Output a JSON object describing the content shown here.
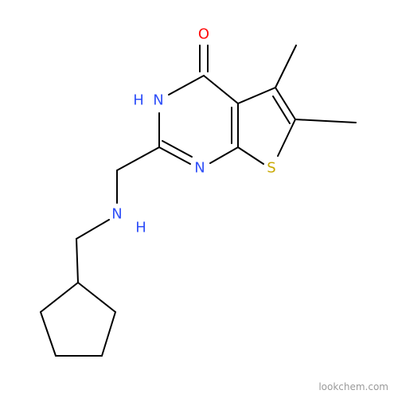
{
  "atoms": {
    "oxygen": {
      "label": "O",
      "color": "#ff0d0d"
    },
    "nh_ring": {
      "label": "N",
      "h_label": "H",
      "color": "#3050f8"
    },
    "n_ring": {
      "label": "N",
      "color": "#3050f8"
    },
    "sulfur": {
      "label": "S",
      "color": "#c8a800"
    },
    "nh_amine": {
      "label": "N",
      "h_label": "H",
      "color": "#3050f8"
    }
  },
  "watermark": "lookchem.com"
}
